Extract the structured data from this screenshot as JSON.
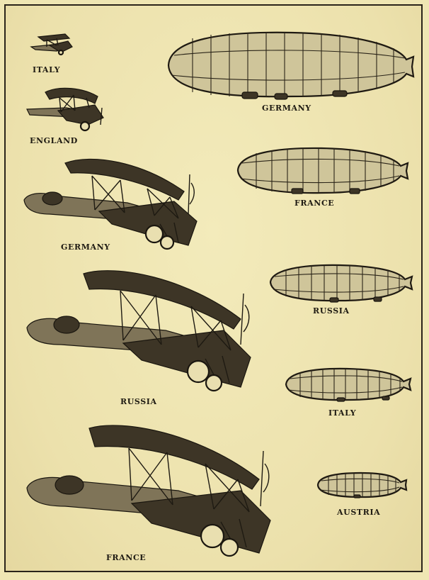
{
  "labels": {
    "italy_plane": "ITALY",
    "england_plane": "ENGLAND",
    "germany_plane": "GERMANY",
    "russia_plane": "RUSSIA",
    "france_plane": "FRANCE",
    "germany_airship": "GERMANY",
    "france_airship": "FRANCE",
    "russia_airship": "RUSSIA",
    "italy_airship": "ITALY",
    "austria_airship": "AUSTRIA"
  },
  "colors": {
    "paper": "#efe6b3",
    "ink": "#1e1a12"
  },
  "icons": [
    "biplane-illustration",
    "airship-illustration"
  ]
}
